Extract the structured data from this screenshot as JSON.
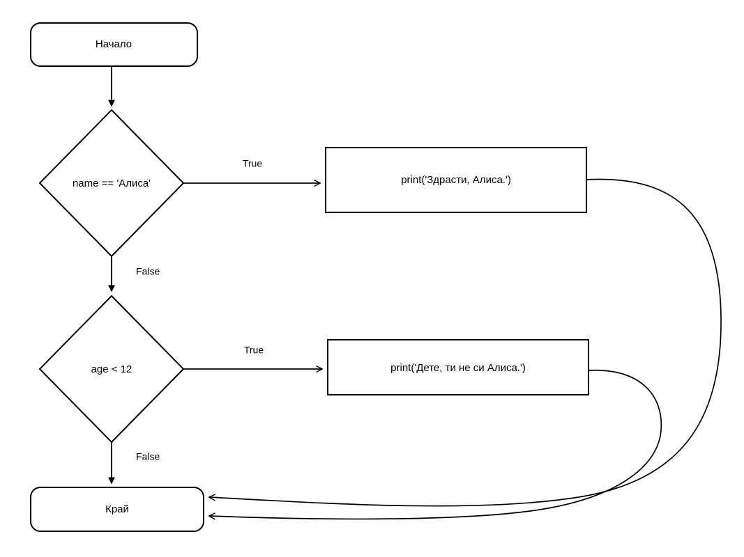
{
  "diagram": {
    "type": "flowchart",
    "title": "",
    "background_color": "#ffffff",
    "stroke_color": "#000000",
    "text_color": "#000000",
    "nodes": [
      {
        "id": "start",
        "shape": "rounded-rectangle",
        "label": "Начало"
      },
      {
        "id": "decision-name",
        "shape": "diamond",
        "label": "name == 'Алиса'"
      },
      {
        "id": "print-hello-alice",
        "shape": "rectangle",
        "label": "print('Здрасти, Алиса.')"
      },
      {
        "id": "decision-age",
        "shape": "diamond",
        "label": "age < 12"
      },
      {
        "id": "print-child-not-alice",
        "shape": "rectangle",
        "label": "print('Дете, ти не си Алиса.')"
      },
      {
        "id": "end",
        "shape": "rounded-rectangle",
        "label": "Край"
      }
    ],
    "edges": [
      {
        "id": "start-to-decision-name",
        "from": "start",
        "to": "decision-name",
        "label": ""
      },
      {
        "id": "decision-name-true",
        "from": "decision-name",
        "to": "print-hello-alice",
        "label": "True"
      },
      {
        "id": "decision-name-false",
        "from": "decision-name",
        "to": "decision-age",
        "label": "False"
      },
      {
        "id": "decision-age-true",
        "from": "decision-age",
        "to": "print-child-not-alice",
        "label": "True"
      },
      {
        "id": "decision-age-false",
        "from": "decision-age",
        "to": "end",
        "label": "False"
      },
      {
        "id": "print-hello-alice-to-end",
        "from": "print-hello-alice",
        "to": "end",
        "label": ""
      },
      {
        "id": "print-child-not-alice-to-end",
        "from": "print-child-not-alice",
        "to": "end",
        "label": ""
      }
    ]
  }
}
